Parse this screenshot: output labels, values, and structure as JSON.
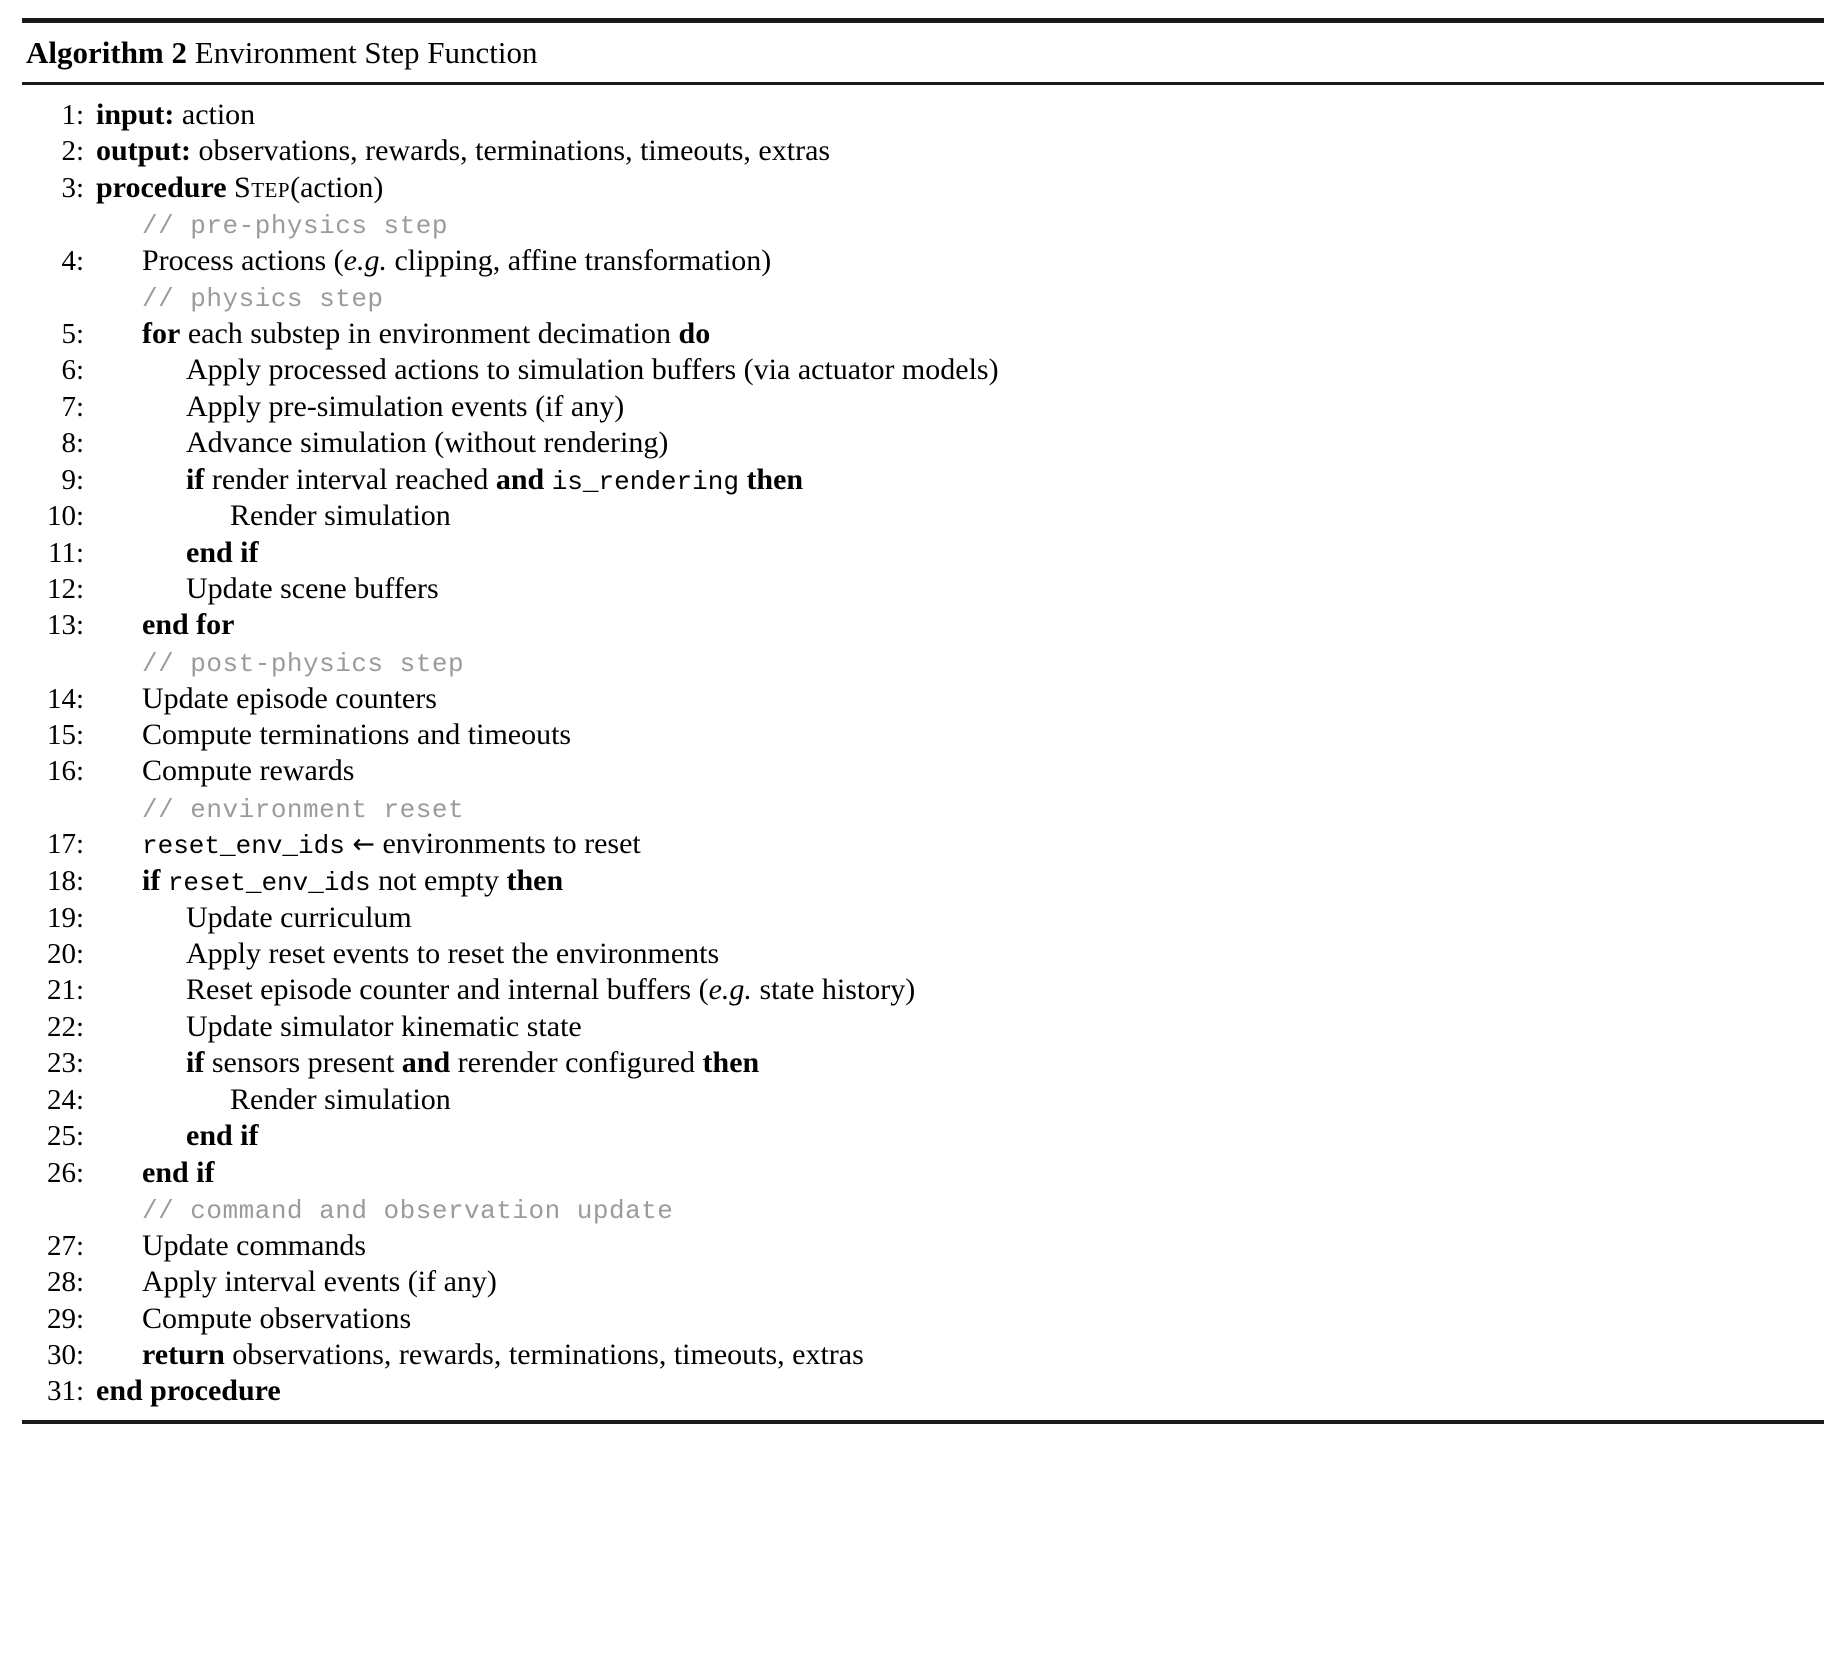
{
  "algorithm": {
    "label": "Algorithm 2",
    "title": "Environment Step Function",
    "rules": {
      "top": "thick",
      "middle": "medium",
      "bottom": "medium"
    },
    "comment_color": "#9b9b9b",
    "text_color": "#000000",
    "lines": [
      {
        "no": "1:",
        "indent": 0,
        "parts": [
          {
            "t": "kw",
            "v": "input:"
          },
          {
            "t": "txt",
            "v": " action"
          }
        ]
      },
      {
        "no": "2:",
        "indent": 0,
        "parts": [
          {
            "t": "kw",
            "v": "output:"
          },
          {
            "t": "txt",
            "v": " observations, rewards, terminations, timeouts, extras"
          }
        ]
      },
      {
        "no": "3:",
        "indent": 0,
        "parts": [
          {
            "t": "kw",
            "v": "procedure"
          },
          {
            "t": "txt",
            "v": " "
          },
          {
            "t": "sc",
            "v": "Step"
          },
          {
            "t": "txt",
            "v": "(action)"
          }
        ]
      },
      {
        "no": "",
        "indent": 1,
        "comment": true,
        "parts": [
          {
            "t": "cmt",
            "v": "// pre-physics step"
          }
        ]
      },
      {
        "no": "4:",
        "indent": 1,
        "parts": [
          {
            "t": "txt",
            "v": "Process actions ("
          },
          {
            "t": "it",
            "v": "e.g."
          },
          {
            "t": "txt",
            "v": " clipping, affine transformation)"
          }
        ]
      },
      {
        "no": "",
        "indent": 1,
        "comment": true,
        "parts": [
          {
            "t": "cmt",
            "v": "// physics step"
          }
        ]
      },
      {
        "no": "5:",
        "indent": 1,
        "parts": [
          {
            "t": "kw",
            "v": "for"
          },
          {
            "t": "txt",
            "v": " each substep in environment decimation "
          },
          {
            "t": "kw",
            "v": "do"
          }
        ]
      },
      {
        "no": "6:",
        "indent": 2,
        "parts": [
          {
            "t": "txt",
            "v": "Apply processed actions to simulation buffers (via actuator models)"
          }
        ]
      },
      {
        "no": "7:",
        "indent": 2,
        "parts": [
          {
            "t": "txt",
            "v": "Apply pre-simulation events (if any)"
          }
        ]
      },
      {
        "no": "8:",
        "indent": 2,
        "parts": [
          {
            "t": "txt",
            "v": "Advance simulation (without rendering)"
          }
        ]
      },
      {
        "no": "9:",
        "indent": 2,
        "parts": [
          {
            "t": "kw",
            "v": "if"
          },
          {
            "t": "txt",
            "v": " render interval reached "
          },
          {
            "t": "kw",
            "v": "and"
          },
          {
            "t": "txt",
            "v": " "
          },
          {
            "t": "mono",
            "v": "is_rendering"
          },
          {
            "t": "txt",
            "v": " "
          },
          {
            "t": "kw",
            "v": "then"
          }
        ]
      },
      {
        "no": "10:",
        "indent": 3,
        "parts": [
          {
            "t": "txt",
            "v": "Render simulation"
          }
        ]
      },
      {
        "no": "11:",
        "indent": 2,
        "parts": [
          {
            "t": "kw",
            "v": "end if"
          }
        ]
      },
      {
        "no": "12:",
        "indent": 2,
        "parts": [
          {
            "t": "txt",
            "v": "Update scene buffers"
          }
        ]
      },
      {
        "no": "13:",
        "indent": 1,
        "parts": [
          {
            "t": "kw",
            "v": "end for"
          }
        ]
      },
      {
        "no": "",
        "indent": 1,
        "comment": true,
        "parts": [
          {
            "t": "cmt",
            "v": "// post-physics step"
          }
        ]
      },
      {
        "no": "14:",
        "indent": 1,
        "parts": [
          {
            "t": "txt",
            "v": "Update episode counters"
          }
        ]
      },
      {
        "no": "15:",
        "indent": 1,
        "parts": [
          {
            "t": "txt",
            "v": "Compute terminations and timeouts"
          }
        ]
      },
      {
        "no": "16:",
        "indent": 1,
        "parts": [
          {
            "t": "txt",
            "v": "Compute rewards"
          }
        ]
      },
      {
        "no": "",
        "indent": 1,
        "comment": true,
        "parts": [
          {
            "t": "cmt",
            "v": "// environment reset"
          }
        ]
      },
      {
        "no": "17:",
        "indent": 1,
        "parts": [
          {
            "t": "mono",
            "v": "reset_env_ids"
          },
          {
            "t": "txt",
            "v": " "
          },
          {
            "t": "arrow",
            "v": "←"
          },
          {
            "t": "txt",
            "v": " environments to reset"
          }
        ]
      },
      {
        "no": "18:",
        "indent": 1,
        "parts": [
          {
            "t": "kw",
            "v": "if"
          },
          {
            "t": "txt",
            "v": " "
          },
          {
            "t": "mono",
            "v": "reset_env_ids"
          },
          {
            "t": "txt",
            "v": " not empty "
          },
          {
            "t": "kw",
            "v": "then"
          }
        ]
      },
      {
        "no": "19:",
        "indent": 2,
        "parts": [
          {
            "t": "txt",
            "v": "Update curriculum"
          }
        ]
      },
      {
        "no": "20:",
        "indent": 2,
        "parts": [
          {
            "t": "txt",
            "v": "Apply reset events to reset the environments"
          }
        ]
      },
      {
        "no": "21:",
        "indent": 2,
        "parts": [
          {
            "t": "txt",
            "v": "Reset episode counter and internal buffers ("
          },
          {
            "t": "it",
            "v": "e.g."
          },
          {
            "t": "txt",
            "v": " state history)"
          }
        ]
      },
      {
        "no": "22:",
        "indent": 2,
        "parts": [
          {
            "t": "txt",
            "v": "Update simulator kinematic state"
          }
        ]
      },
      {
        "no": "23:",
        "indent": 2,
        "parts": [
          {
            "t": "kw",
            "v": "if"
          },
          {
            "t": "txt",
            "v": " sensors present "
          },
          {
            "t": "kw",
            "v": "and"
          },
          {
            "t": "txt",
            "v": " rerender configured "
          },
          {
            "t": "kw",
            "v": "then"
          }
        ]
      },
      {
        "no": "24:",
        "indent": 3,
        "parts": [
          {
            "t": "txt",
            "v": "Render simulation"
          }
        ]
      },
      {
        "no": "25:",
        "indent": 2,
        "parts": [
          {
            "t": "kw",
            "v": "end if"
          }
        ]
      },
      {
        "no": "26:",
        "indent": 1,
        "parts": [
          {
            "t": "kw",
            "v": "end if"
          }
        ]
      },
      {
        "no": "",
        "indent": 1,
        "comment": true,
        "parts": [
          {
            "t": "cmt",
            "v": "// command and observation update"
          }
        ]
      },
      {
        "no": "27:",
        "indent": 1,
        "parts": [
          {
            "t": "txt",
            "v": "Update commands"
          }
        ]
      },
      {
        "no": "28:",
        "indent": 1,
        "parts": [
          {
            "t": "txt",
            "v": "Apply interval events (if any)"
          }
        ]
      },
      {
        "no": "29:",
        "indent": 1,
        "parts": [
          {
            "t": "txt",
            "v": "Compute observations"
          }
        ]
      },
      {
        "no": "30:",
        "indent": 1,
        "parts": [
          {
            "t": "kw",
            "v": "return"
          },
          {
            "t": "txt",
            "v": " observations, rewards, terminations, timeouts, extras"
          }
        ]
      },
      {
        "no": "31:",
        "indent": 0,
        "parts": [
          {
            "t": "kw",
            "v": "end procedure"
          }
        ]
      }
    ]
  }
}
